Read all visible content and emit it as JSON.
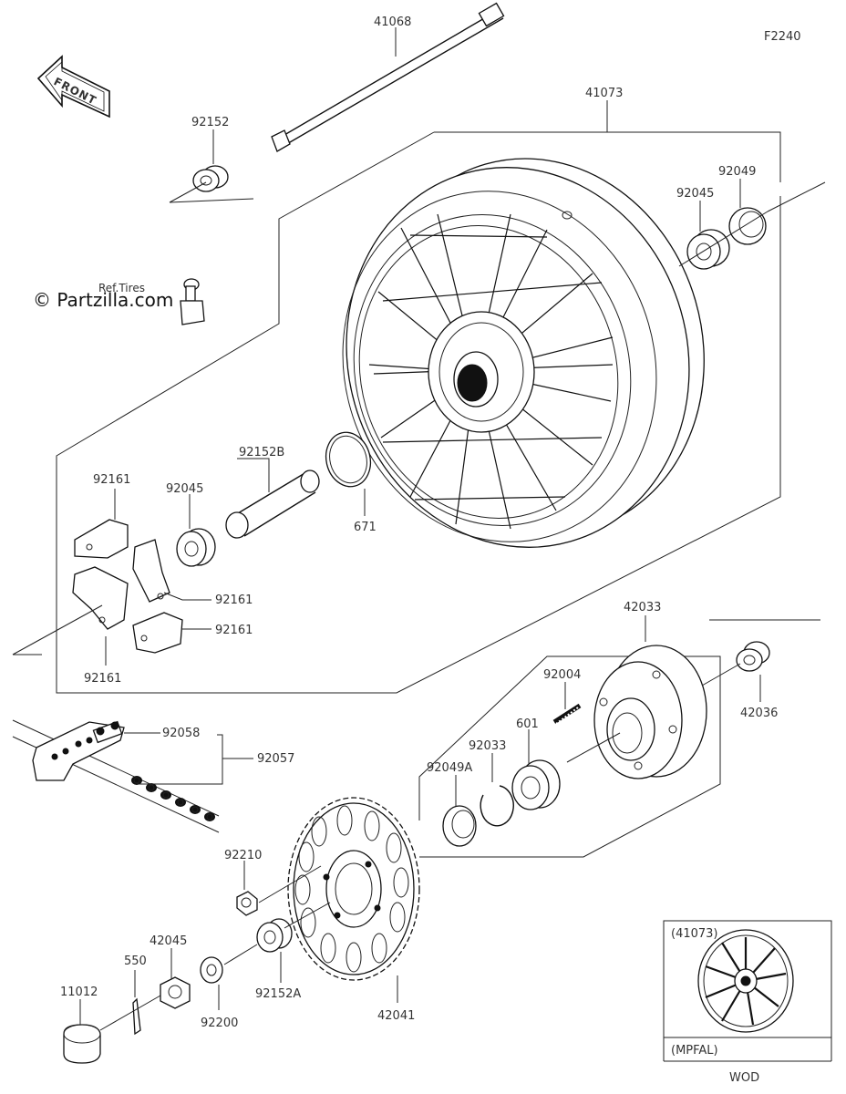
{
  "figure_code": "F2240",
  "watermark": "© Partzilla.com",
  "front_label": "FRONT",
  "ref_note": "Ref.Tires",
  "inset": {
    "top_label": "(41073)",
    "bottom_label": "(MPFAL)",
    "footer": "WOD"
  },
  "parts": {
    "p41068": "41068",
    "p92152_top": "92152",
    "p41073": "41073",
    "p92049": "92049",
    "p92045_right": "92045",
    "p92152b": "92152B",
    "p671": "671",
    "p92161_a": "92161",
    "p92045_left": "92045",
    "p92161_b": "92161",
    "p92161_c": "92161",
    "p92161_d": "92161",
    "p42033": "42033",
    "p92004": "92004",
    "p42036": "42036",
    "p92058": "92058",
    "p92057": "92057",
    "p92033": "92033",
    "p601": "601",
    "p92049a": "92049A",
    "p92210": "92210",
    "p42045": "42045",
    "p550": "550",
    "p11012": "11012",
    "p92152a": "92152A",
    "p92200": "92200",
    "p42041": "42041"
  }
}
